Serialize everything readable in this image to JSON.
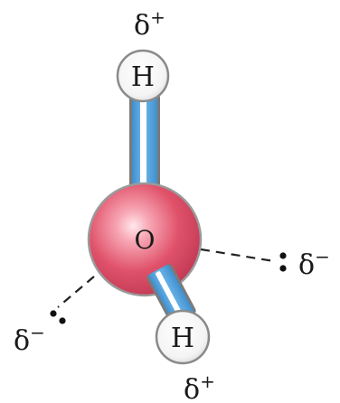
{
  "molecule": {
    "center_atom": "O",
    "top_hydrogen": "H",
    "bottom_hydrogen": "H",
    "charge_top_hydrogen": {
      "symbol": "δ",
      "sign": "+"
    },
    "charge_bottom_hydrogen": {
      "symbol": "δ",
      "sign": "+"
    },
    "charge_right_lone_pair": {
      "symbol": "δ",
      "sign": "−"
    },
    "charge_left_lone_pair": {
      "symbol": "δ",
      "sign": "−"
    }
  },
  "colors": {
    "oxygen": "#e0526a",
    "bond": "#5aa9e0",
    "hydrogen_fill": "#ffffff",
    "outline": "#7a7a7a"
  }
}
